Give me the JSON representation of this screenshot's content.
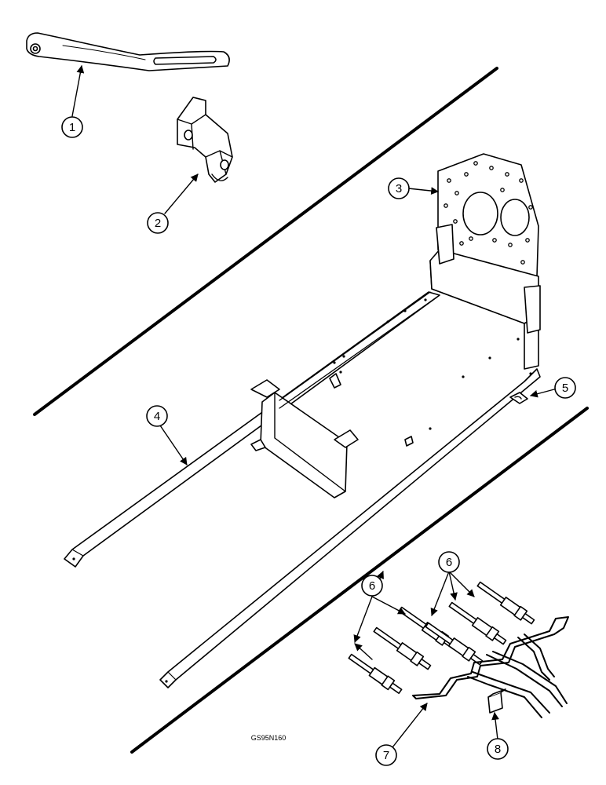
{
  "callouts": [
    {
      "id": "c1",
      "number": "1"
    },
    {
      "id": "c2",
      "number": "2"
    },
    {
      "id": "c3",
      "number": "3"
    },
    {
      "id": "c4",
      "number": "4"
    },
    {
      "id": "c5",
      "number": "5"
    },
    {
      "id": "c6a",
      "number": "6"
    },
    {
      "id": "c6b",
      "number": "6"
    },
    {
      "id": "c7",
      "number": "7"
    },
    {
      "id": "c8",
      "number": "8"
    }
  ],
  "figure_id": "GS95N160"
}
